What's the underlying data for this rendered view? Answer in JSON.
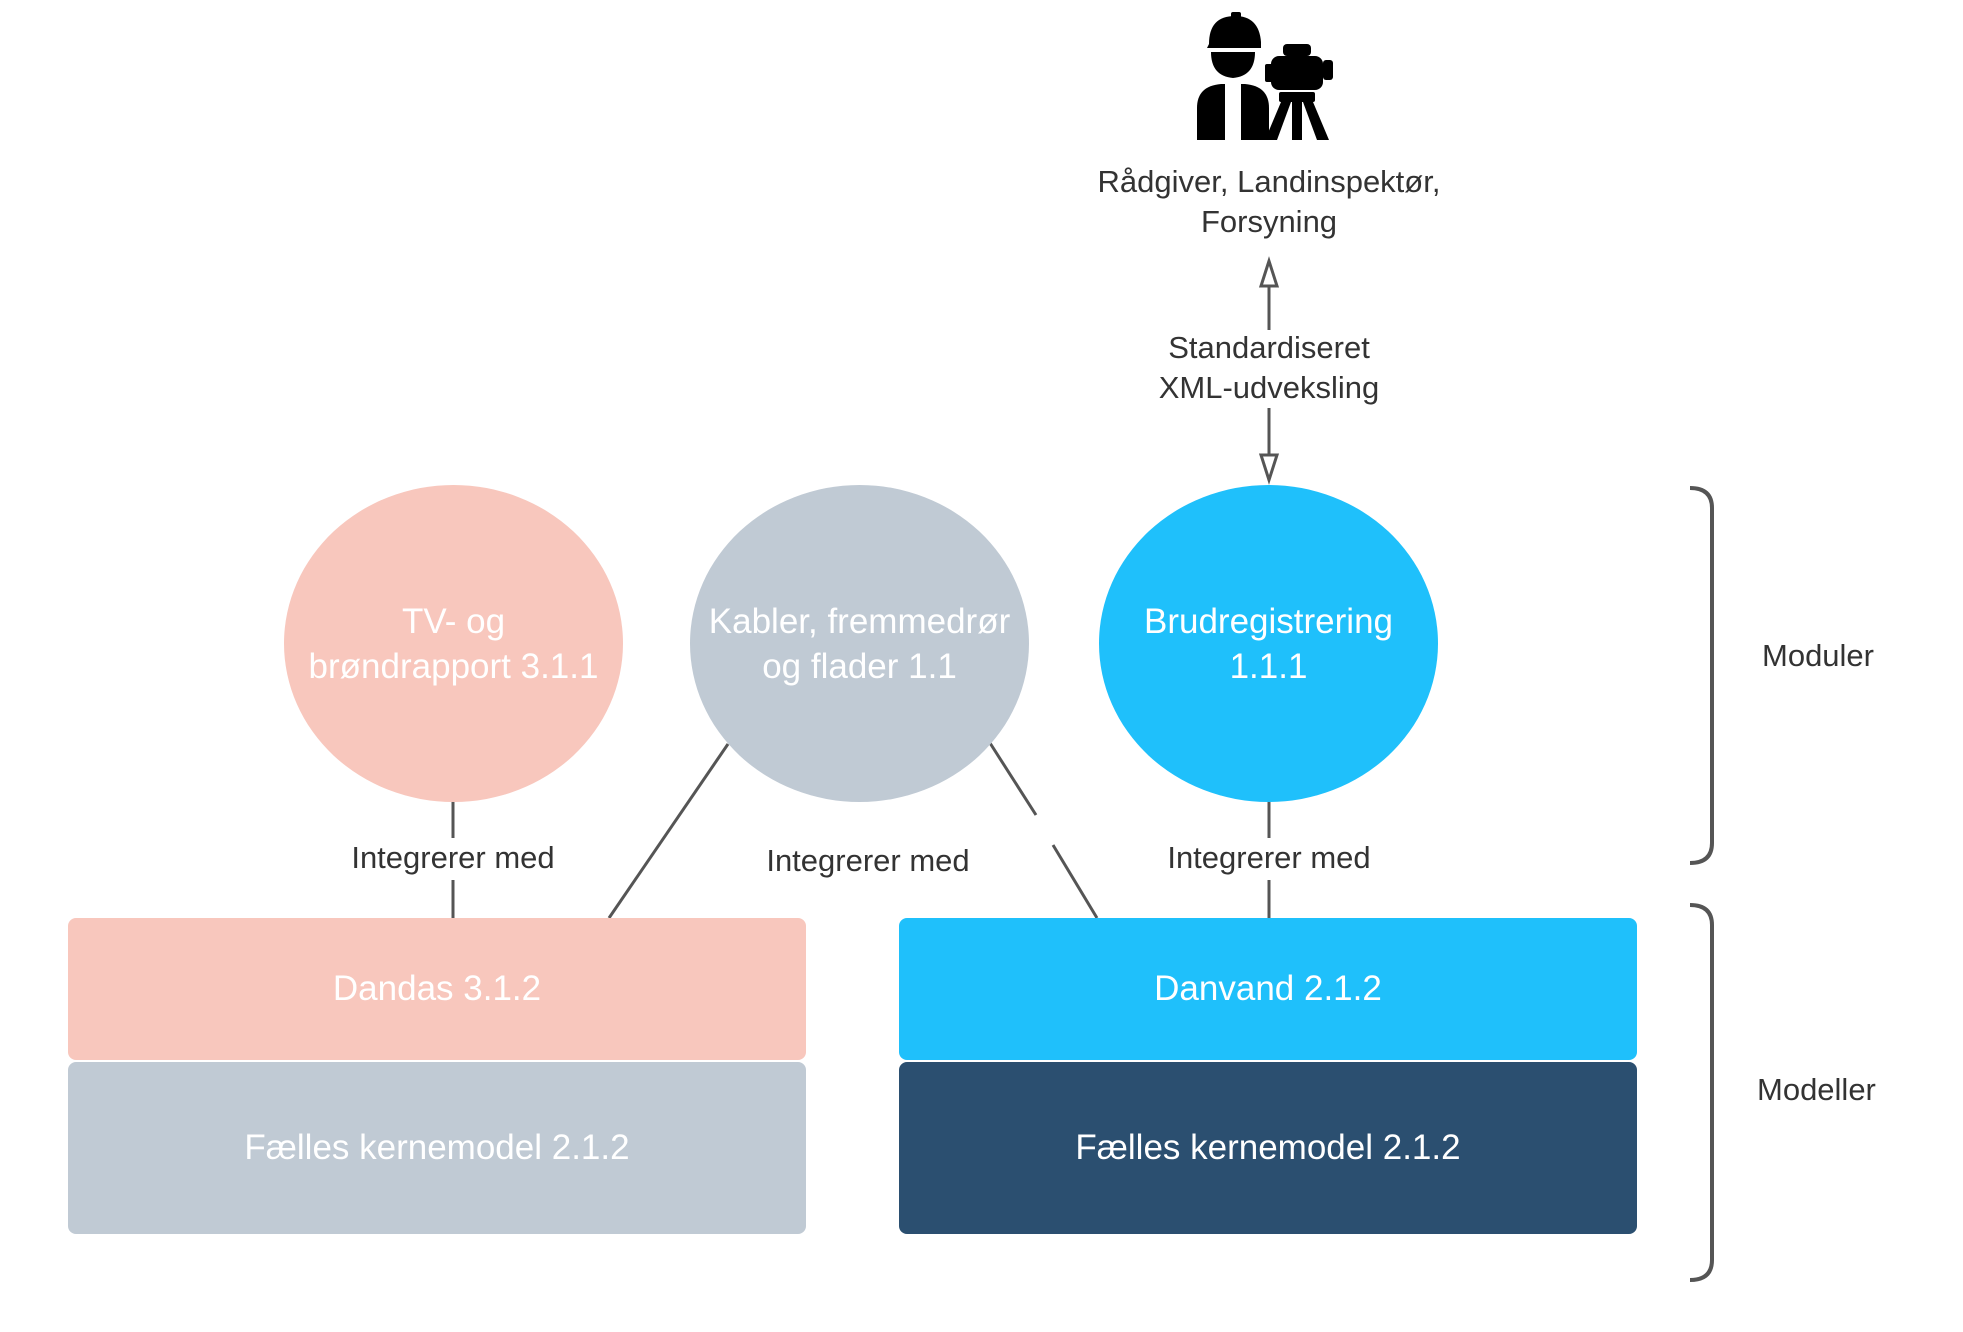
{
  "actor": {
    "icon": "surveyor-icon",
    "label": "Rådgiver, Landinspektør,\nForsyning"
  },
  "exchange_label": "Standardiseret\nXML-udveksling",
  "modules": {
    "tv": {
      "label": "TV- og\nbrøndrapport 3.1.1",
      "color": "#f8c7bd"
    },
    "kabler": {
      "label": "Kabler, fremmedrør\nog flader 1.1",
      "color": "#c0cad4"
    },
    "brud": {
      "label": "Brudregistrering\n1.1.1",
      "color": "#1fc0fb"
    }
  },
  "integration_labels": {
    "left": "Integrerer med",
    "middle": "Integrerer med",
    "right": "Integrerer med"
  },
  "models": {
    "dandas": {
      "label": "Dandas 3.1.2",
      "color": "#f8c7bd"
    },
    "faelles_left": {
      "label": "Fælles kernemodel 2.1.2",
      "color": "#c0cad4"
    },
    "danvand": {
      "label": "Danvand 2.1.2",
      "color": "#1fc0fb"
    },
    "faelles_right": {
      "label": "Fælles kernemodel 2.1.2",
      "color": "#2b4f70"
    }
  },
  "brackets": {
    "moduler": "Moduler",
    "modeller": "Modeller"
  }
}
